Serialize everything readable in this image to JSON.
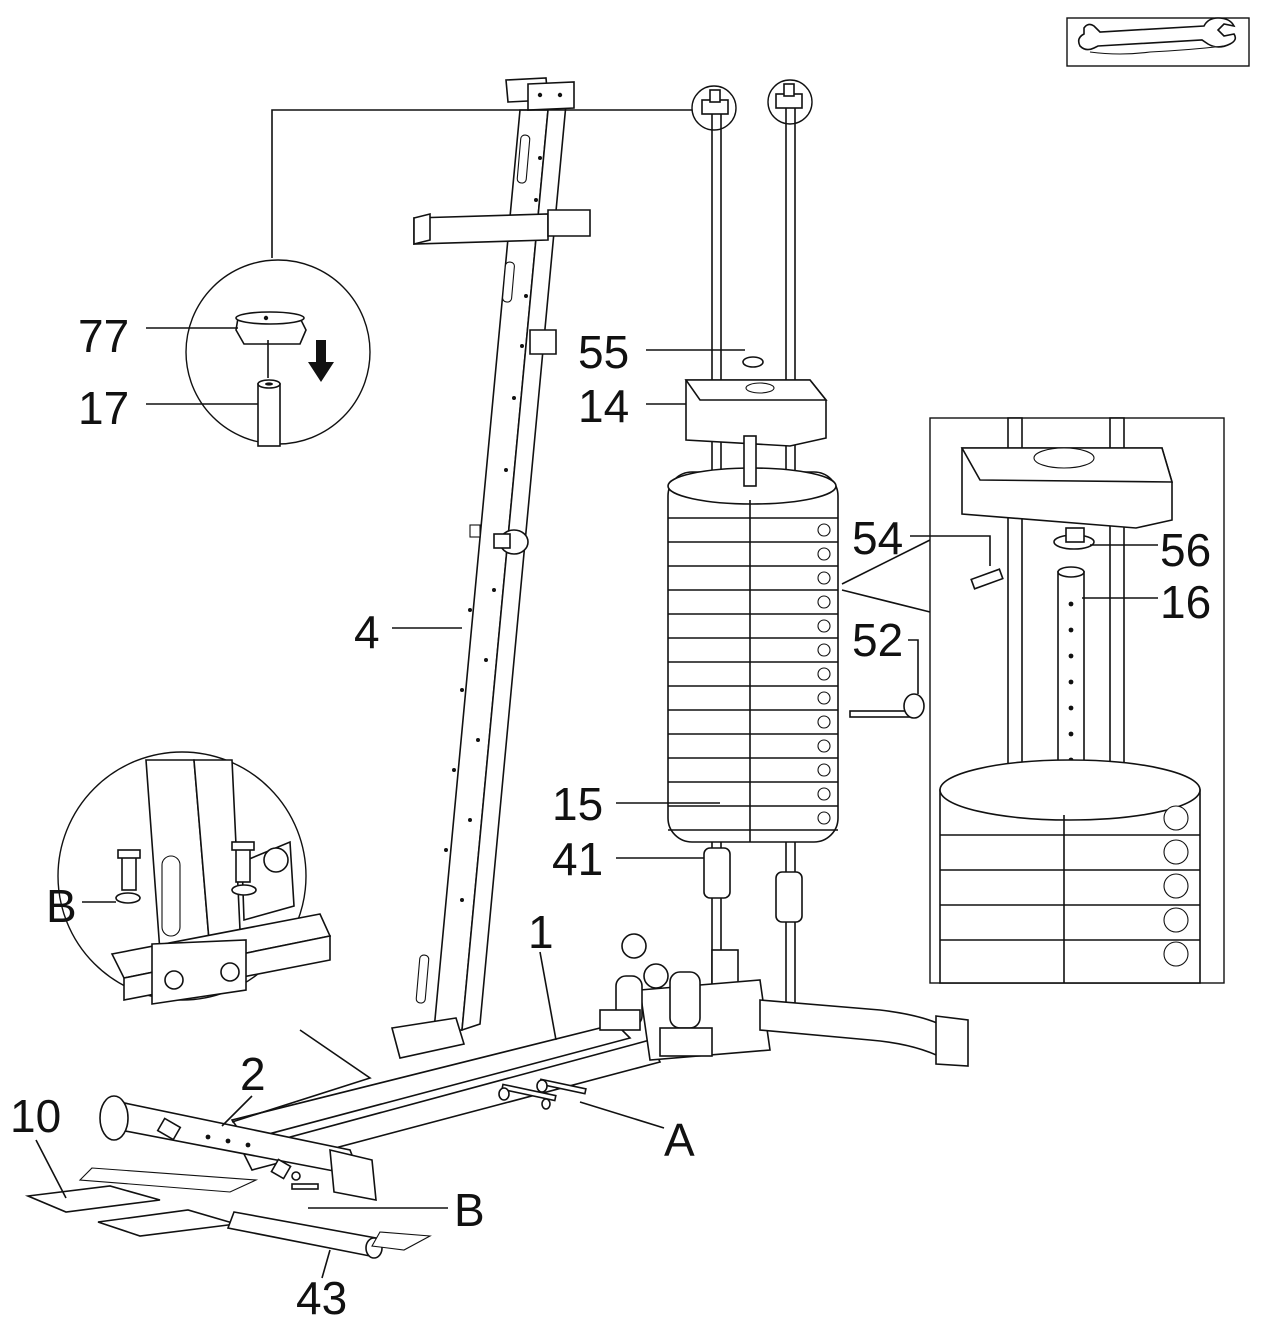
{
  "tool_icon": "wrench-icon",
  "callouts": {
    "p77": "77",
    "p17": "17",
    "p55": "55",
    "p14": "14",
    "p54": "54",
    "p56": "56",
    "p16": "16",
    "p52": "52",
    "p4": "4",
    "p15": "15",
    "p41": "41",
    "p1": "1",
    "pB_detail": "B",
    "p2": "2",
    "p10": "10",
    "pA": "A",
    "pB_front": "B",
    "p43": "43"
  }
}
